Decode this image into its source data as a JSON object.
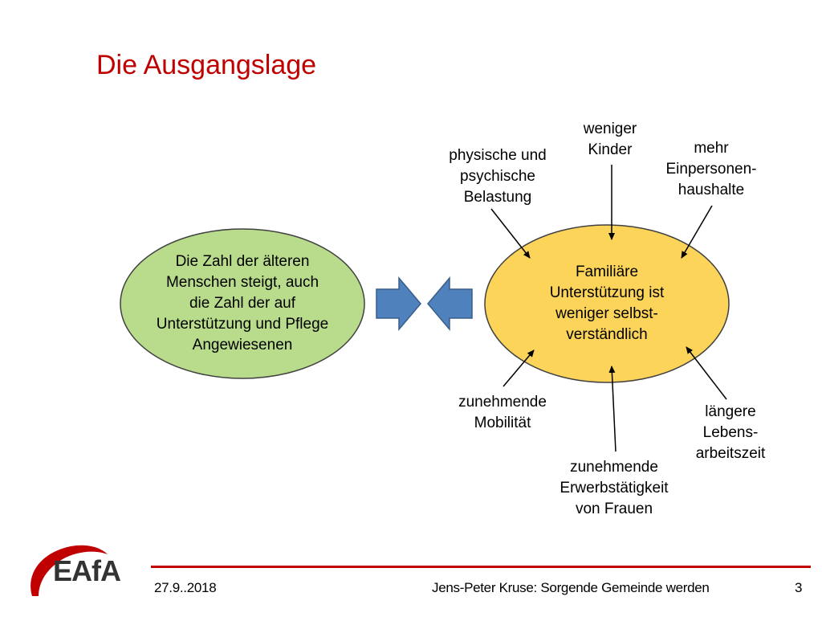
{
  "title": "Die Ausgangslage",
  "left_ellipse": {
    "text": "Die Zahl der älteren\nMenschen steigt, auch\ndie Zahl der auf\nUnterstützung und Pflege\nAngewiesenen",
    "color": "#b8dc8c"
  },
  "right_ellipse": {
    "text": "Familiäre\nUnterstützung ist\nweniger selbst-\nverständlich",
    "color": "#fcd45a"
  },
  "factors": {
    "belastung": "physische und\npsychische\nBelastung",
    "kinder": "weniger\nKinder",
    "einpersonen": "mehr\nEinpersonen-\nhaushalte",
    "mobilitaet": "zunehmende\nMobilität",
    "erwerb": "zunehmende\nErwerbstätigkeit\nvon Frauen",
    "lebensarbeitszeit": "längere\nLebens-\narbeitszeit"
  },
  "arrow_color": "#4f81bd",
  "footer": {
    "date": "27.9..2018",
    "author": "Jens-Peter Kruse: Sorgende Gemeinde werden",
    "page": "3"
  },
  "logo": {
    "text": "EAfA"
  }
}
